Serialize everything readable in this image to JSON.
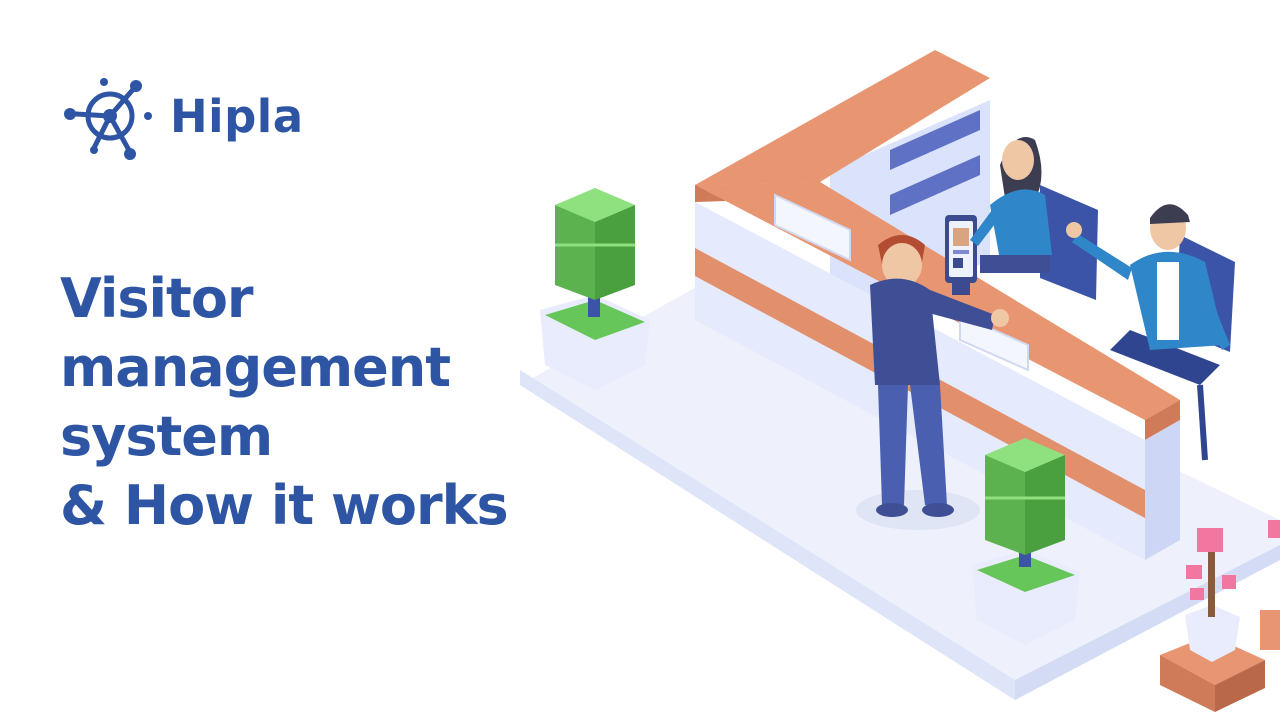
{
  "brand": {
    "name": "Hipla",
    "color": "#2d55a3"
  },
  "headline": {
    "line1": "Visitor",
    "line2": "management",
    "line3": "system",
    "line4": "& How it works"
  },
  "illustration": {
    "subject": "reception-desk",
    "accent_colors": {
      "desk_top": "#e89572",
      "panel": "#dfe6fb",
      "staff_blue": "#2f86c9",
      "visitor_navy": "#3f4f95",
      "plant_green": "#67c65a"
    }
  }
}
